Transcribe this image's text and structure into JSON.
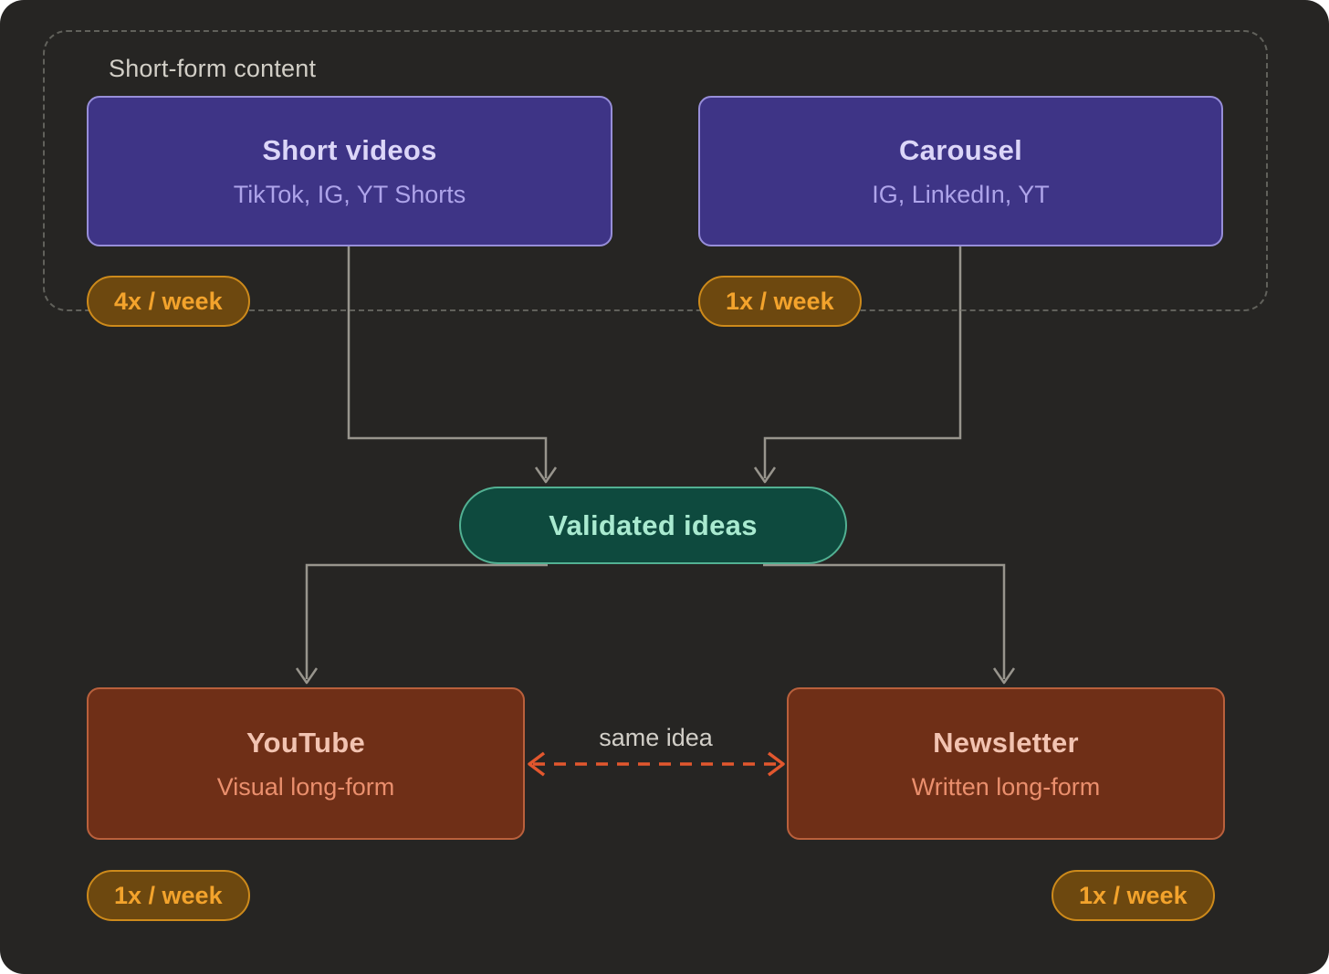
{
  "group_label": "Short-form content",
  "nodes": {
    "short_videos": {
      "title": "Short videos",
      "subtitle": "TikTok, IG, YT Shorts",
      "badge": "4x / week"
    },
    "carousel": {
      "title": "Carousel",
      "subtitle": "IG, LinkedIn, YT",
      "badge": "1x / week"
    },
    "validated_ideas": {
      "title": "Validated ideas"
    },
    "youtube": {
      "title": "YouTube",
      "subtitle": "Visual long-form",
      "badge": "1x / week"
    },
    "newsletter": {
      "title": "Newsletter",
      "subtitle": "Written long-form",
      "badge": "1x / week"
    }
  },
  "edges": {
    "same_idea_label": "same idea"
  },
  "colors": {
    "canvas_bg": "#262523",
    "group_border": "#61615b",
    "group_label_text": "#d2cfc7",
    "purple_fill": "#3e3486",
    "purple_border": "#978ed9",
    "purple_title": "#dcd6f8",
    "purple_subtitle": "#aea4ea",
    "teal_fill": "#0e4a3e",
    "teal_border": "#52b193",
    "teal_text": "#a9ead0",
    "red_fill": "#6f2f17",
    "red_border": "#b9603c",
    "red_title": "#f2c3b1",
    "red_subtitle": "#ea8f6d",
    "badge_fill": "#6d480f",
    "badge_border": "#cd8a1b",
    "badge_text": "#f3a32c",
    "connector_gray": "#98958d",
    "dashed_arrow_orange": "#e2572e"
  }
}
